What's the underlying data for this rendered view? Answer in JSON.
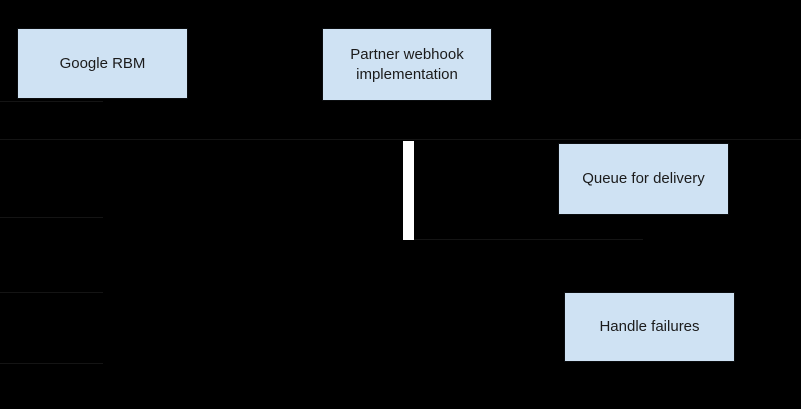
{
  "diagram": {
    "type": "sequence-diagram",
    "colors": {
      "background": "#000000",
      "node_fill": "#cfe2f3",
      "node_text": "#1b1b1b",
      "activation_fill": "#ffffff",
      "faint_line": "#141414"
    },
    "participants": [
      {
        "id": "google-rbm",
        "label": "Google RBM"
      },
      {
        "id": "partner-webhook",
        "label": "Partner webhook implementation"
      }
    ],
    "actions": [
      {
        "id": "queue-for-delivery",
        "label": "Queue for delivery"
      },
      {
        "id": "handle-failures",
        "label": "Handle failures"
      }
    ],
    "activation": {
      "name": "partner-webhook-activation-bar"
    }
  }
}
